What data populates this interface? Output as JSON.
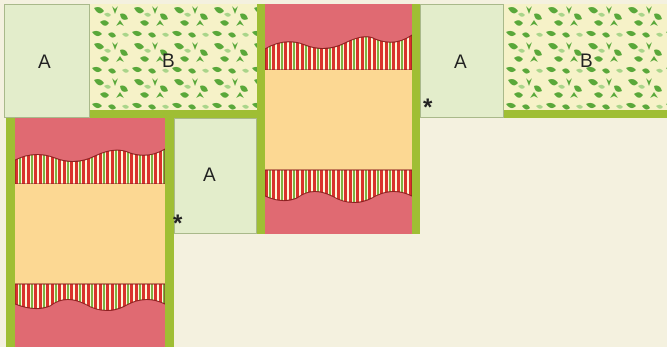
{
  "blocks": {
    "a_label": "A",
    "b_label": "B"
  },
  "marks": {
    "asterisk": "*"
  },
  "colors": {
    "block_a": "#e3edcb",
    "sashing_green": "#9fbe34",
    "panel_pink": "#e06a72",
    "panel_yellow": "#fcd893",
    "leaf_background": "#f6f2c8",
    "leaf_green": "#59a83a",
    "stripe_red": "#d9322c",
    "stripe_green": "#7cb342",
    "stripe_cream": "#fff6d9",
    "background": "#f4f1df"
  },
  "icons": [
    "leaf-fabric-pattern",
    "striped-scallop-border"
  ]
}
